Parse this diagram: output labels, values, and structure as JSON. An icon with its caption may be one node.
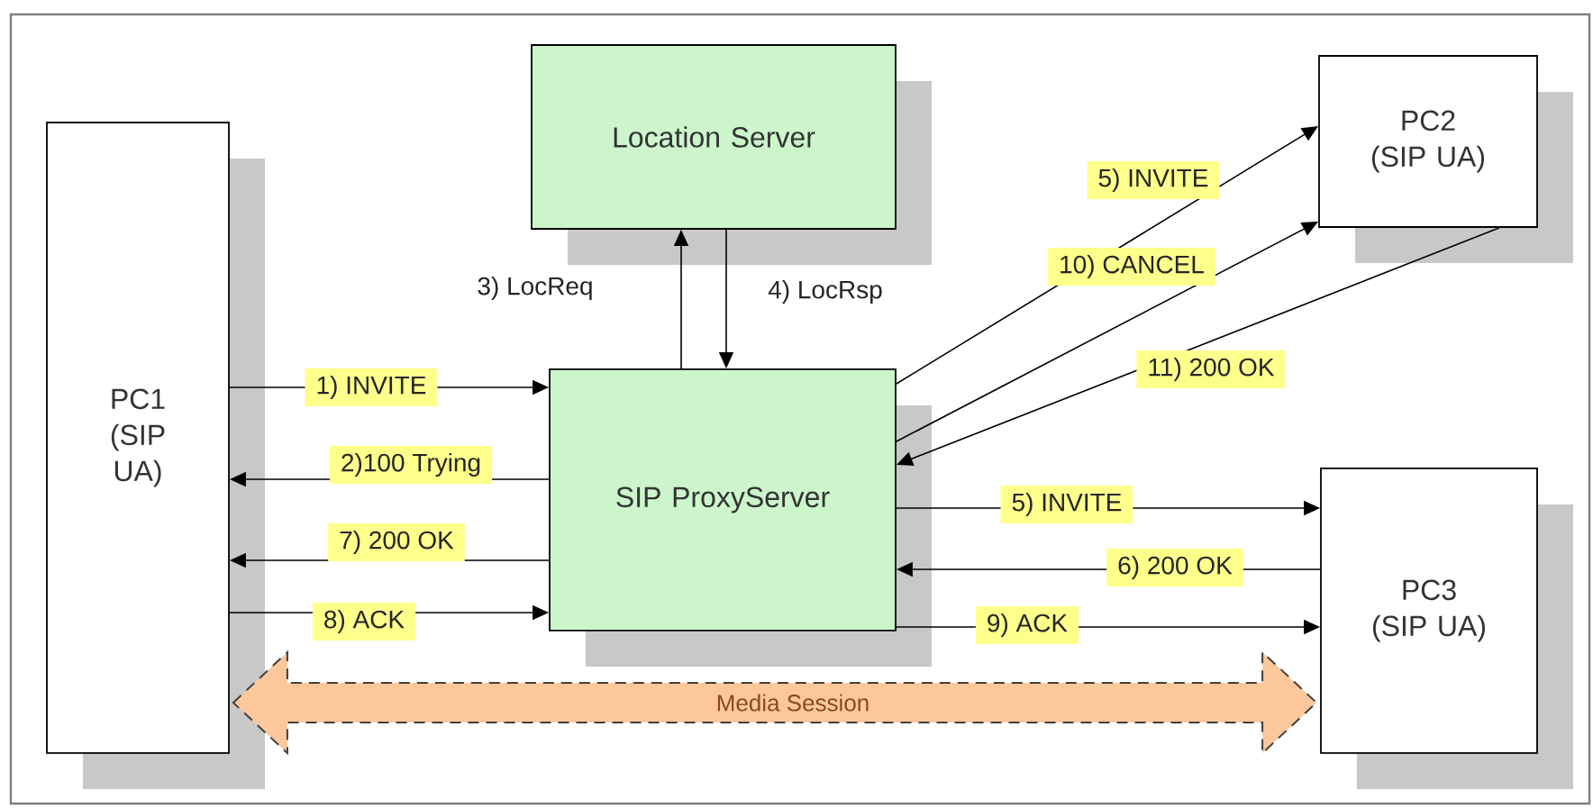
{
  "diagram": {
    "nodes": [
      {
        "text": [
          "Location Server"
        ]
      },
      {
        "text": [
          "PC2 (SIP UA)"
        ]
      },
      {
        "text": [
          "PC1 (SIP UA)"
        ]
      },
      {
        "text": [
          "SIP ProxyServer"
        ]
      },
      {
        "text": [
          "PC3 (SIP UA)"
        ]
      }
    ],
    "edges": [
      {
        "from": 2,
        "to": 3,
        "arrow": "to",
        "label": "1) INVITE"
      },
      {
        "from": 3,
        "to": 2,
        "arrow": "to",
        "label": "2)100 Trying"
      },
      {
        "from": 3,
        "to": 0,
        "arrow": "to",
        "label": "3) LocReq"
      },
      {
        "from": 0,
        "to": 3,
        "arrow": "to",
        "label": "4) LocRsp"
      },
      {
        "from": 3,
        "to": 1,
        "arrow": "to",
        "label": "5) INVITE"
      },
      {
        "from": 3,
        "to": 4,
        "arrow": "to",
        "label": "5) INVITE"
      },
      {
        "from": 4,
        "to": 3,
        "arrow": "to",
        "label": "6) 200 OK"
      },
      {
        "from": 3,
        "to": 2,
        "arrow": "to",
        "label": "7) 200 OK"
      },
      {
        "from": 2,
        "to": 3,
        "arrow": "to",
        "label": "8) ACK"
      },
      {
        "from": 3,
        "to": 4,
        "arrow": "to",
        "label": "9) ACK"
      },
      {
        "from": 3,
        "to": 1,
        "arrow": "to",
        "label": "10) CANCEL"
      },
      {
        "from": 1,
        "to": 3,
        "arrow": "to",
        "label": "11) 200 OK"
      },
      {
        "from": 2,
        "to": 4,
        "arrow": "both",
        "label": "Media Session",
        "style": "dashed",
        "color": "#fcc89b"
      }
    ]
  }
}
